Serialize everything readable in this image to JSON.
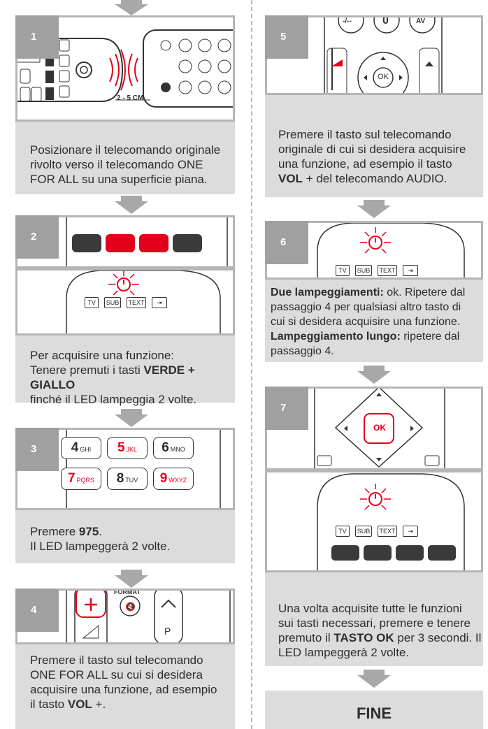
{
  "steps": {
    "s1": {
      "num": "1",
      "text1": "Posizionare il telecomando originale",
      "text2": "rivolto verso il telecomando ONE",
      "text3": "FOR ALL su una superficie piana.",
      "distance": "2 - 5 CM"
    },
    "s2": {
      "num": "2",
      "line1": "Per acquisire una funzione:",
      "line2a": "Tenere premuti i tasti ",
      "line2b": "VERDE + GIALLO",
      "line3": "finché il LED lampeggia 2 volte."
    },
    "s3": {
      "num": "3",
      "line1a": "Premere ",
      "line1b": "975",
      "line1c": ".",
      "line2": "Il LED lampeggerà 2 volte."
    },
    "s4": {
      "num": "4",
      "line1": "Premere il tasto sul telecomando",
      "line2": "ONE FOR ALL su cui si desidera",
      "line3": "acquisire una funzione, ad esempio",
      "line4a": "il tasto ",
      "line4b": "VOL",
      "line4c": " +.",
      "format_label": "FORMAT",
      "p_label": "P"
    },
    "s5": {
      "num": "5",
      "line1": "Premere il tasto sul telecomando",
      "line2": "originale di cui si desidera acquisire",
      "line3": "una funzione, ad esempio il tasto",
      "line4a": "VOL",
      "line4b": " + del telecomando AUDIO.",
      "btn_minus": "-/--",
      "btn_zero": "0",
      "btn_av": "AV",
      "btn_ok": "OK"
    },
    "s6": {
      "num": "6",
      "line1a": "Due lampeggiamenti:",
      "line1b": " ok. Ripetere dal",
      "line2": "passaggio 4 per qualsiasi altro tasto di",
      "line3": "cui si desidera acquisire una funzione.",
      "line4a": "Lampeggiamento lungo:",
      "line4b": " ripetere dal",
      "line5": "passaggio 4."
    },
    "s7": {
      "num": "7",
      "line1": "Una volta acquisite tutte le funzioni",
      "line2": "sui tasti necessari, premere e tenere",
      "line3a": "premuto il ",
      "line3b": "TASTO OK",
      "line3c": " per 3 secondi. Il",
      "line4": "LED lampeggerà 2 volte.",
      "btn_ok": "OK"
    }
  },
  "remote_buttons": {
    "tv": "TV",
    "sub": "SUB",
    "text": "TEXT"
  },
  "keypad": [
    {
      "digit": "4",
      "letters": "GHI",
      "color": "#2d2d2d"
    },
    {
      "digit": "5",
      "letters": "JKL",
      "color": "#e3001b"
    },
    {
      "digit": "6",
      "letters": "MNO",
      "color": "#2d2d2d"
    },
    {
      "digit": "7",
      "letters": "PQRS",
      "color": "#e3001b"
    },
    {
      "digit": "8",
      "letters": "TUV",
      "color": "#2d2d2d"
    },
    {
      "digit": "9",
      "letters": "WXYZ",
      "color": "#e3001b"
    }
  ],
  "fine": "FINE",
  "colors": {
    "accent": "#e3001b",
    "panel": "#dcdcdc",
    "step": "#a0a0a0",
    "arrow": "#a8a8a8"
  }
}
